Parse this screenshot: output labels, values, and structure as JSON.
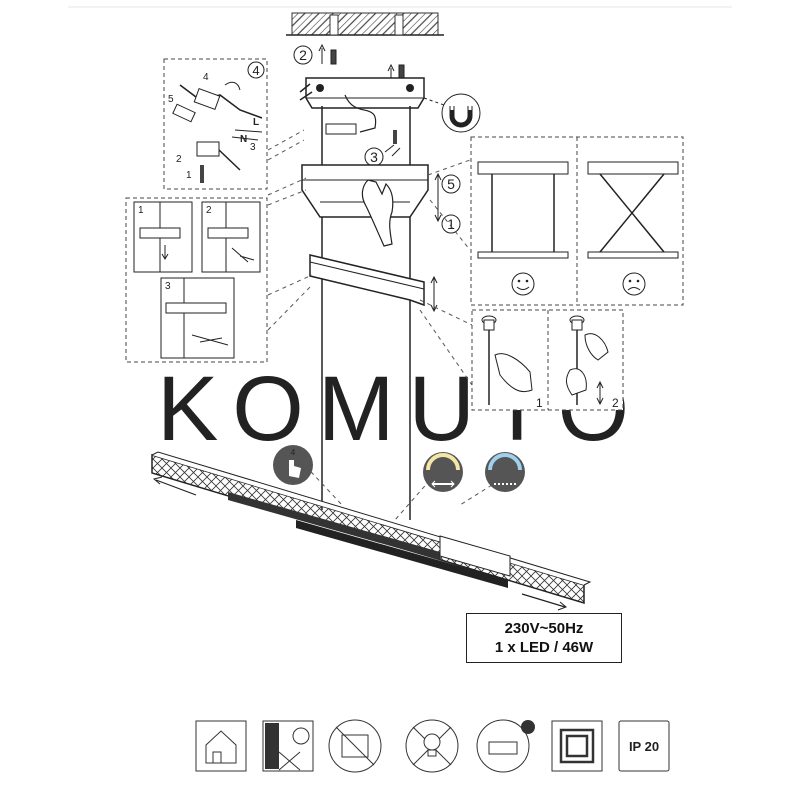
{
  "watermark": "KOMUTO",
  "steps": {
    "s1": "1",
    "s2": "2",
    "s3": "3",
    "s4": "4",
    "s5": "5"
  },
  "wiring_labels": {
    "l": "L",
    "n": "N"
  },
  "panel_numbers": {
    "left_1": "1",
    "left_2": "2",
    "left_3": "3",
    "wire_1": "1",
    "wire_2": "2",
    "wire_4": "4",
    "wire_5": "5",
    "wire_3": "3",
    "adjust_1": "1",
    "adjust_2": "2"
  },
  "specs": {
    "voltage": "230V~50Hz",
    "led": "1 x LED / 46W"
  },
  "bottom_icons": {
    "ip_rating": "IP 20",
    "names": [
      "indoor-use-icon",
      "not-for-sloped-ceiling-icon",
      "not-dimmable-icon",
      "led-not-replaceable-icon",
      "led-driver-icon",
      "protection-class-ii-icon",
      "ip20-icon"
    ]
  },
  "control_icons": {
    "touch_count": "4"
  },
  "colors": {
    "line": "#222222",
    "dash": "#555555",
    "watermark": "#d9d9d9",
    "icon_fill": "#555555"
  }
}
